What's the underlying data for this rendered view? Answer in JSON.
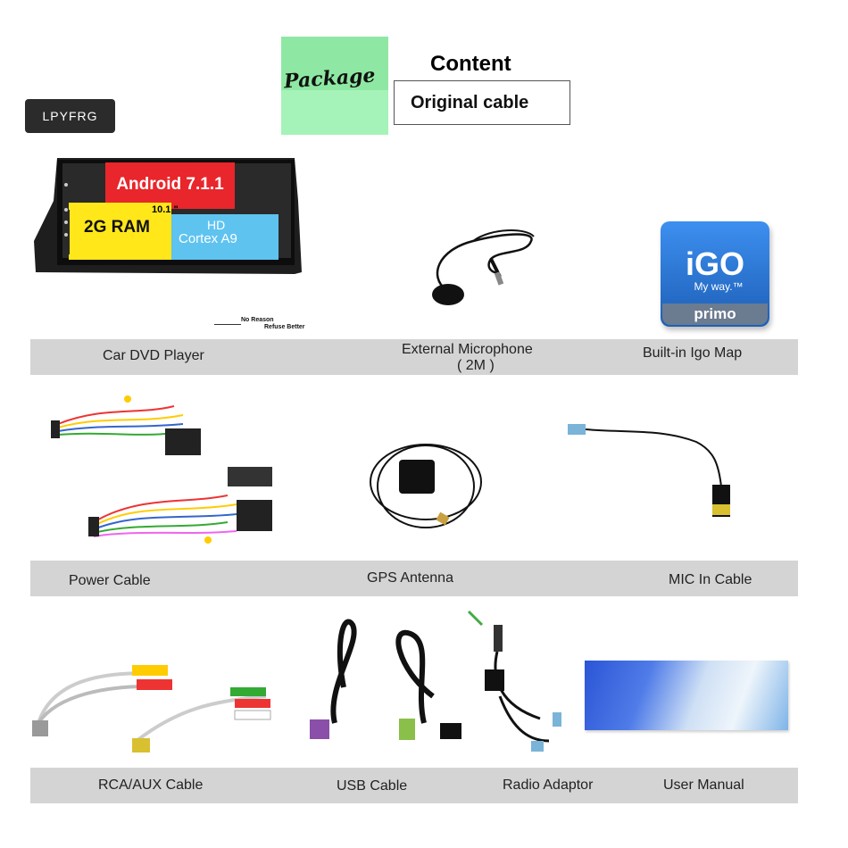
{
  "brand": "LPYFRG",
  "package_label": "Package",
  "content_title": "Content",
  "content_box": "Original cable",
  "player": {
    "os": "Android 7.1.1",
    "screen": "10.1 \"",
    "ram": "2G RAM",
    "cpu_line1": "HD",
    "cpu_line2": "Cortex A9",
    "note_line1": "No Reason",
    "note_line2": "Refuse Better"
  },
  "igo": {
    "logo": "iGO",
    "tagline": "My way.™",
    "edition": "primo"
  },
  "items": [
    {
      "label": "Car DVD Player"
    },
    {
      "label": "External Microphone",
      "sub": "( 2M )"
    },
    {
      "label": "Built-in Igo Map"
    },
    {
      "label": "Power Cable"
    },
    {
      "label": "GPS Antenna"
    },
    {
      "label": "MIC In Cable"
    },
    {
      "label": "RCA/AUX Cable"
    },
    {
      "label": "USB Cable"
    },
    {
      "label": "Radio Adaptor"
    },
    {
      "label": "User Manual"
    }
  ],
  "colors": {
    "band": "#d4d4d4",
    "package_green": "#a5f3b8",
    "android_red": "#e8262b",
    "ram_yellow": "#ffe71a",
    "cpu_blue": "#5fc3f0",
    "igo_blue": "#2a7de1"
  }
}
